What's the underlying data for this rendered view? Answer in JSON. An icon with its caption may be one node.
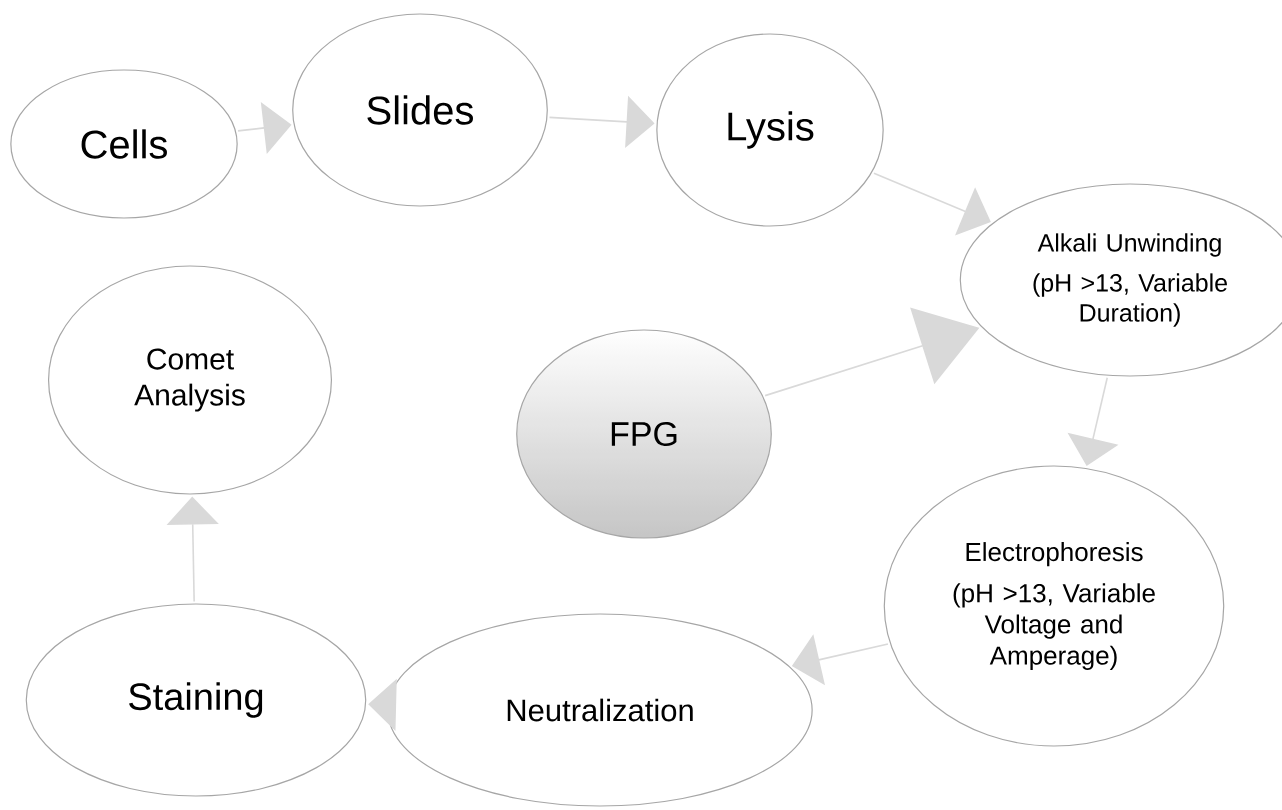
{
  "diagram": {
    "nodes": [
      {
        "text": [
          "Cells"
        ]
      },
      {
        "text": [
          "Slides"
        ]
      },
      {
        "text": [
          "Lysis"
        ]
      },
      {
        "text": [
          "Alkali Unwinding",
          "(pH >13, Variable Duration)"
        ]
      },
      {
        "text": [
          "Electrophoresis",
          "(pH >13, Variable Voltage and Amperage)"
        ]
      },
      {
        "text": [
          "Neutralization"
        ]
      },
      {
        "text": [
          "Staining"
        ]
      },
      {
        "text": [
          "Comet Analysis"
        ]
      },
      {
        "text": [
          "FPG"
        ]
      }
    ],
    "edges": [
      {
        "from": 0,
        "to": 1,
        "arrow": "to"
      },
      {
        "from": 1,
        "to": 2,
        "arrow": "to"
      },
      {
        "from": 2,
        "to": 3,
        "arrow": "to"
      },
      {
        "from": 3,
        "to": 4,
        "arrow": "to"
      },
      {
        "from": 4,
        "to": 5,
        "arrow": "to"
      },
      {
        "from": 5,
        "to": 6,
        "arrow": "to"
      },
      {
        "from": 6,
        "to": 7,
        "arrow": "to"
      },
      {
        "from": 8,
        "to": 3,
        "arrow": "to"
      }
    ]
  }
}
